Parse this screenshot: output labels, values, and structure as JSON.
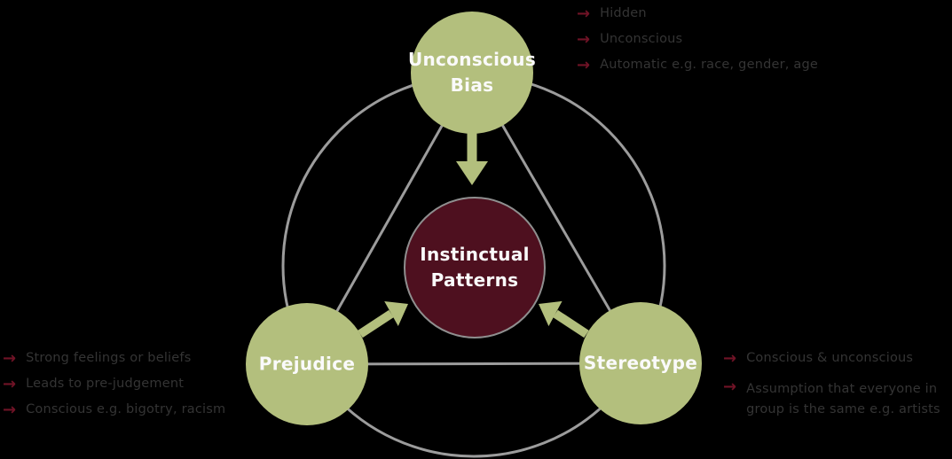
{
  "colors": {
    "background": "#000000",
    "node_green": "#B3BF7D",
    "center_maroon": "#4E101F",
    "center_ring_grey": "#8F8F8F",
    "connector_grey": "#9C9C9C",
    "bullet_arrow_red": "#701326",
    "annotation_text": "#343434",
    "node_label_text": "#FAFAFA"
  },
  "icons": {
    "arrow_right": "→"
  },
  "nodes": {
    "top": {
      "lines": [
        "Unconscious",
        "Bias"
      ]
    },
    "center": {
      "lines": [
        "Instinctual",
        "Patterns"
      ]
    },
    "left": {
      "label": "Prejudice"
    },
    "right": {
      "label": "Stereotype"
    }
  },
  "annotations": {
    "unconscious_bias": [
      "Hidden",
      "Unconscious",
      "Automatic e.g. race, gender, age"
    ],
    "prejudice": [
      "Strong feelings or beliefs",
      "Leads to pre-judgement",
      "Conscious e.g. bigotry, racism"
    ],
    "stereotype": [
      "Conscious & unconscious",
      "Assumption that everyone in group is the same e.g. artists"
    ]
  }
}
